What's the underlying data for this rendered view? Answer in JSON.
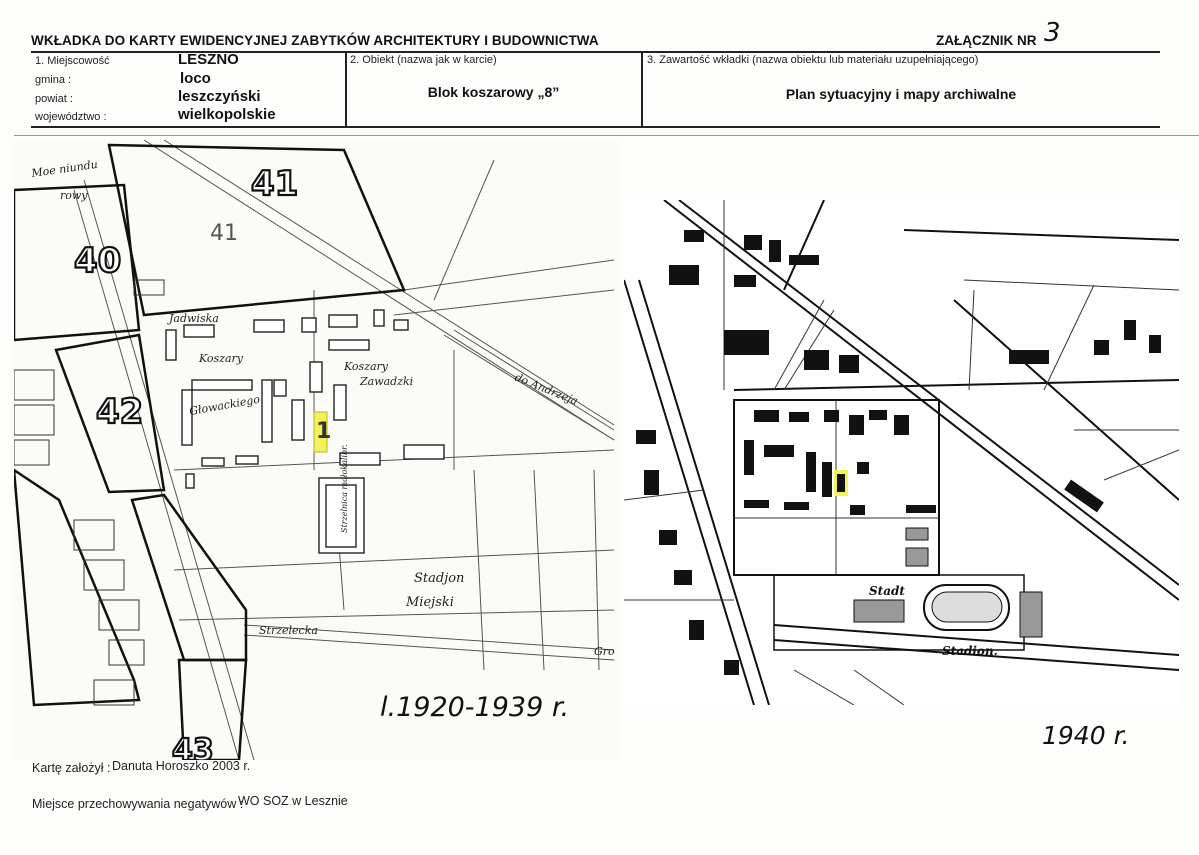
{
  "header": {
    "title": "WKŁADKA DO KARTY EWIDENCYJNEJ ZABYTKÓW ARCHITEKTURY I BUDOWNICTWA",
    "annex_label": "ZAŁĄCZNIK NR",
    "annex_number": "3"
  },
  "location": {
    "heading": "1. Miejscowość",
    "town": "LESZNO",
    "gmina_label": "gmina :",
    "gmina": "loco",
    "powiat_label": "powiat :",
    "powiat": "leszczyński",
    "wojewodztwo_label": "województwo :",
    "wojewodztwo": "wielkopolskie"
  },
  "object": {
    "heading": "2. Obiekt (nazwa jak w karcie)",
    "name": "Blok koszarowy „8”"
  },
  "contents": {
    "heading": "3. Zawartość wkładki (nazwa obiektu lub materiału uzupełniającego)",
    "name": "Plan sytuacyjny i mapy archiwalne"
  },
  "map_left": {
    "numbers": [
      "40",
      "41",
      "42",
      "43"
    ],
    "label_41_small": "41",
    "street_top": "Moe niundu",
    "street_left_top": "rowy",
    "street_mid": "Jadwiska",
    "barracks_1": "Koszary",
    "barracks_1b": "Głowackiego",
    "barracks_2": "Koszary",
    "barracks_2b": "Zawadzki",
    "shooting": "Strzelnica małokalibr.",
    "stadium": "Stadjon",
    "stadium_b": "Miejski",
    "street_right": "do Andrzeja",
    "street_bottom": "Strzelecka",
    "street_bottom_right": "Gro",
    "building_mark": "1",
    "year": "l.1920-1939 r."
  },
  "map_right": {
    "stadium_1": "Stadt",
    "stadium_2": "Stadion.",
    "year": "1940 r."
  },
  "footer": {
    "author_label": "Kartę założył :",
    "author": "Danuta  Horoszko  2003 r.",
    "storage_label": "Miejsce przechowywania negatywów :",
    "storage": "WO SOZ w Lesznie"
  },
  "colors": {
    "highlight": "#f3f25a",
    "ink": "#111111"
  }
}
